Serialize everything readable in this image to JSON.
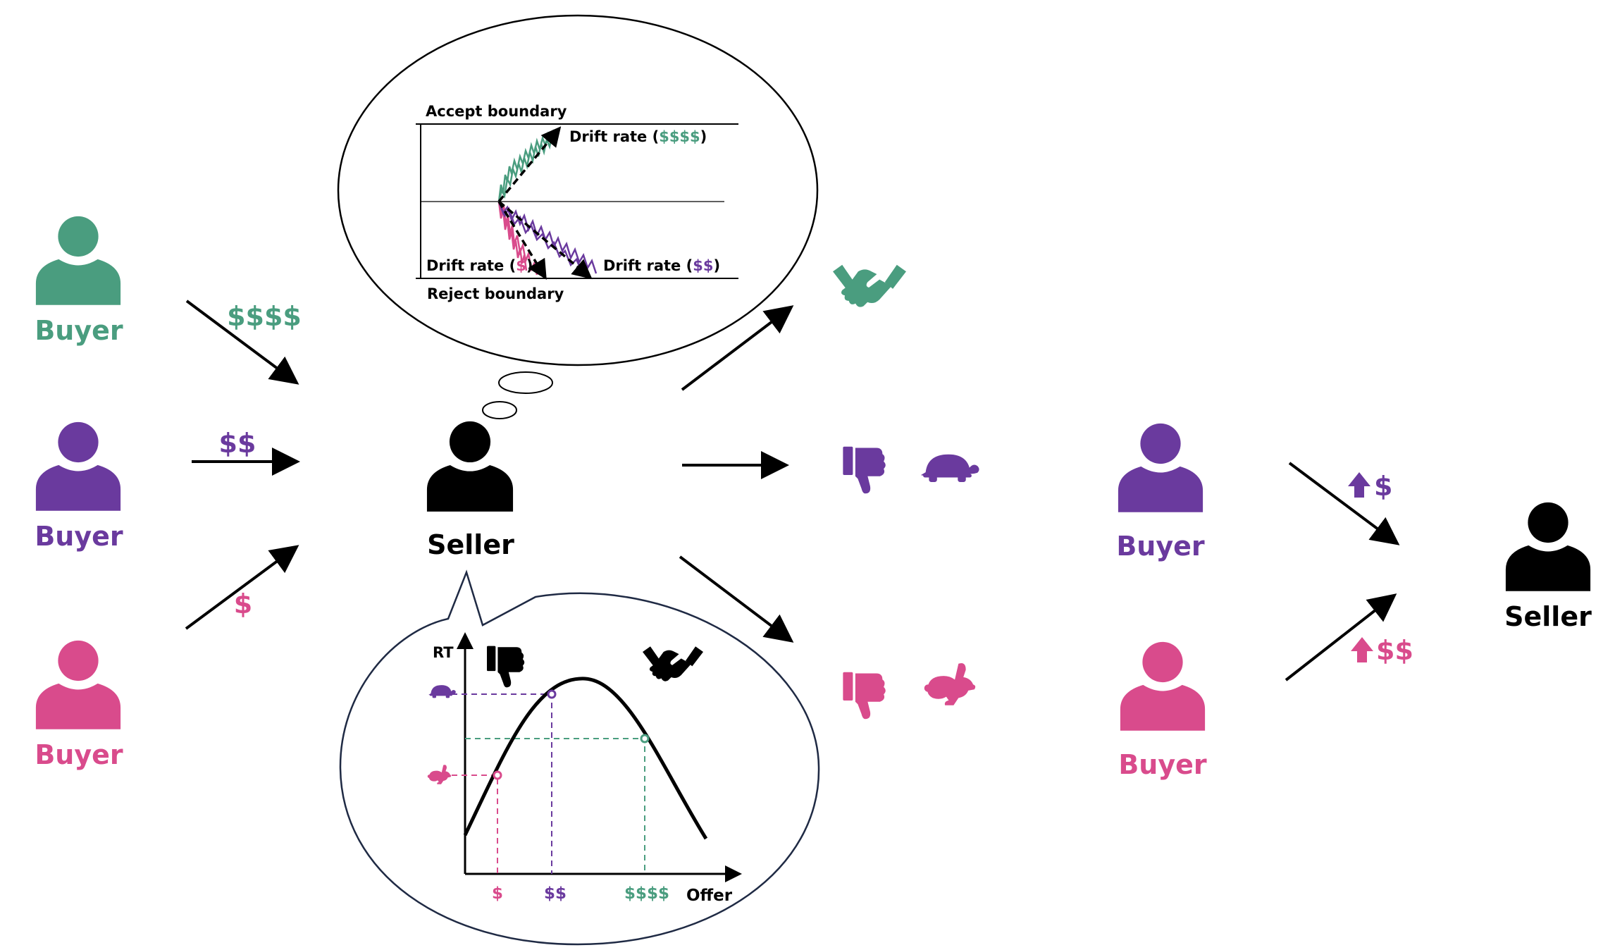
{
  "colors": {
    "green": "#4a9d7f",
    "purple": "#6a3a9e",
    "pink": "#d94b8c",
    "black": "#000000"
  },
  "buyers": {
    "green_label": "Buyer",
    "purple_label": "Buyer",
    "pink_label": "Buyer"
  },
  "offers": {
    "high": "$$$$",
    "mid": "$$",
    "low": "$"
  },
  "seller": {
    "label": "Seller"
  },
  "ddm_plot": {
    "accept_boundary": "Accept boundary",
    "reject_boundary": "Reject boundary",
    "drift_high_prefix": "Drift rate (",
    "drift_high_value": "$$$$",
    "drift_mid_prefix": "Drift rate (",
    "drift_mid_value": "$$",
    "drift_low_prefix": "Drift rate (",
    "drift_low_value": "$",
    "close_paren": ")"
  },
  "rt_plot": {
    "y_label": "RT",
    "x_label": "Offer",
    "tick_low": "$",
    "tick_mid": "$$",
    "tick_high": "$$$$"
  },
  "outcomes": {
    "accept_icon": "handshake-icon",
    "reject_slow_icons": [
      "thumbs-down-icon",
      "turtle-icon"
    ],
    "reject_fast_icons": [
      "thumbs-down-icon",
      "rabbit-icon"
    ]
  },
  "second_round": {
    "purple_buyer_label": "Buyer",
    "pink_buyer_label": "Buyer",
    "purple_increase": "$",
    "pink_increase": "$$",
    "seller_label": "Seller"
  }
}
